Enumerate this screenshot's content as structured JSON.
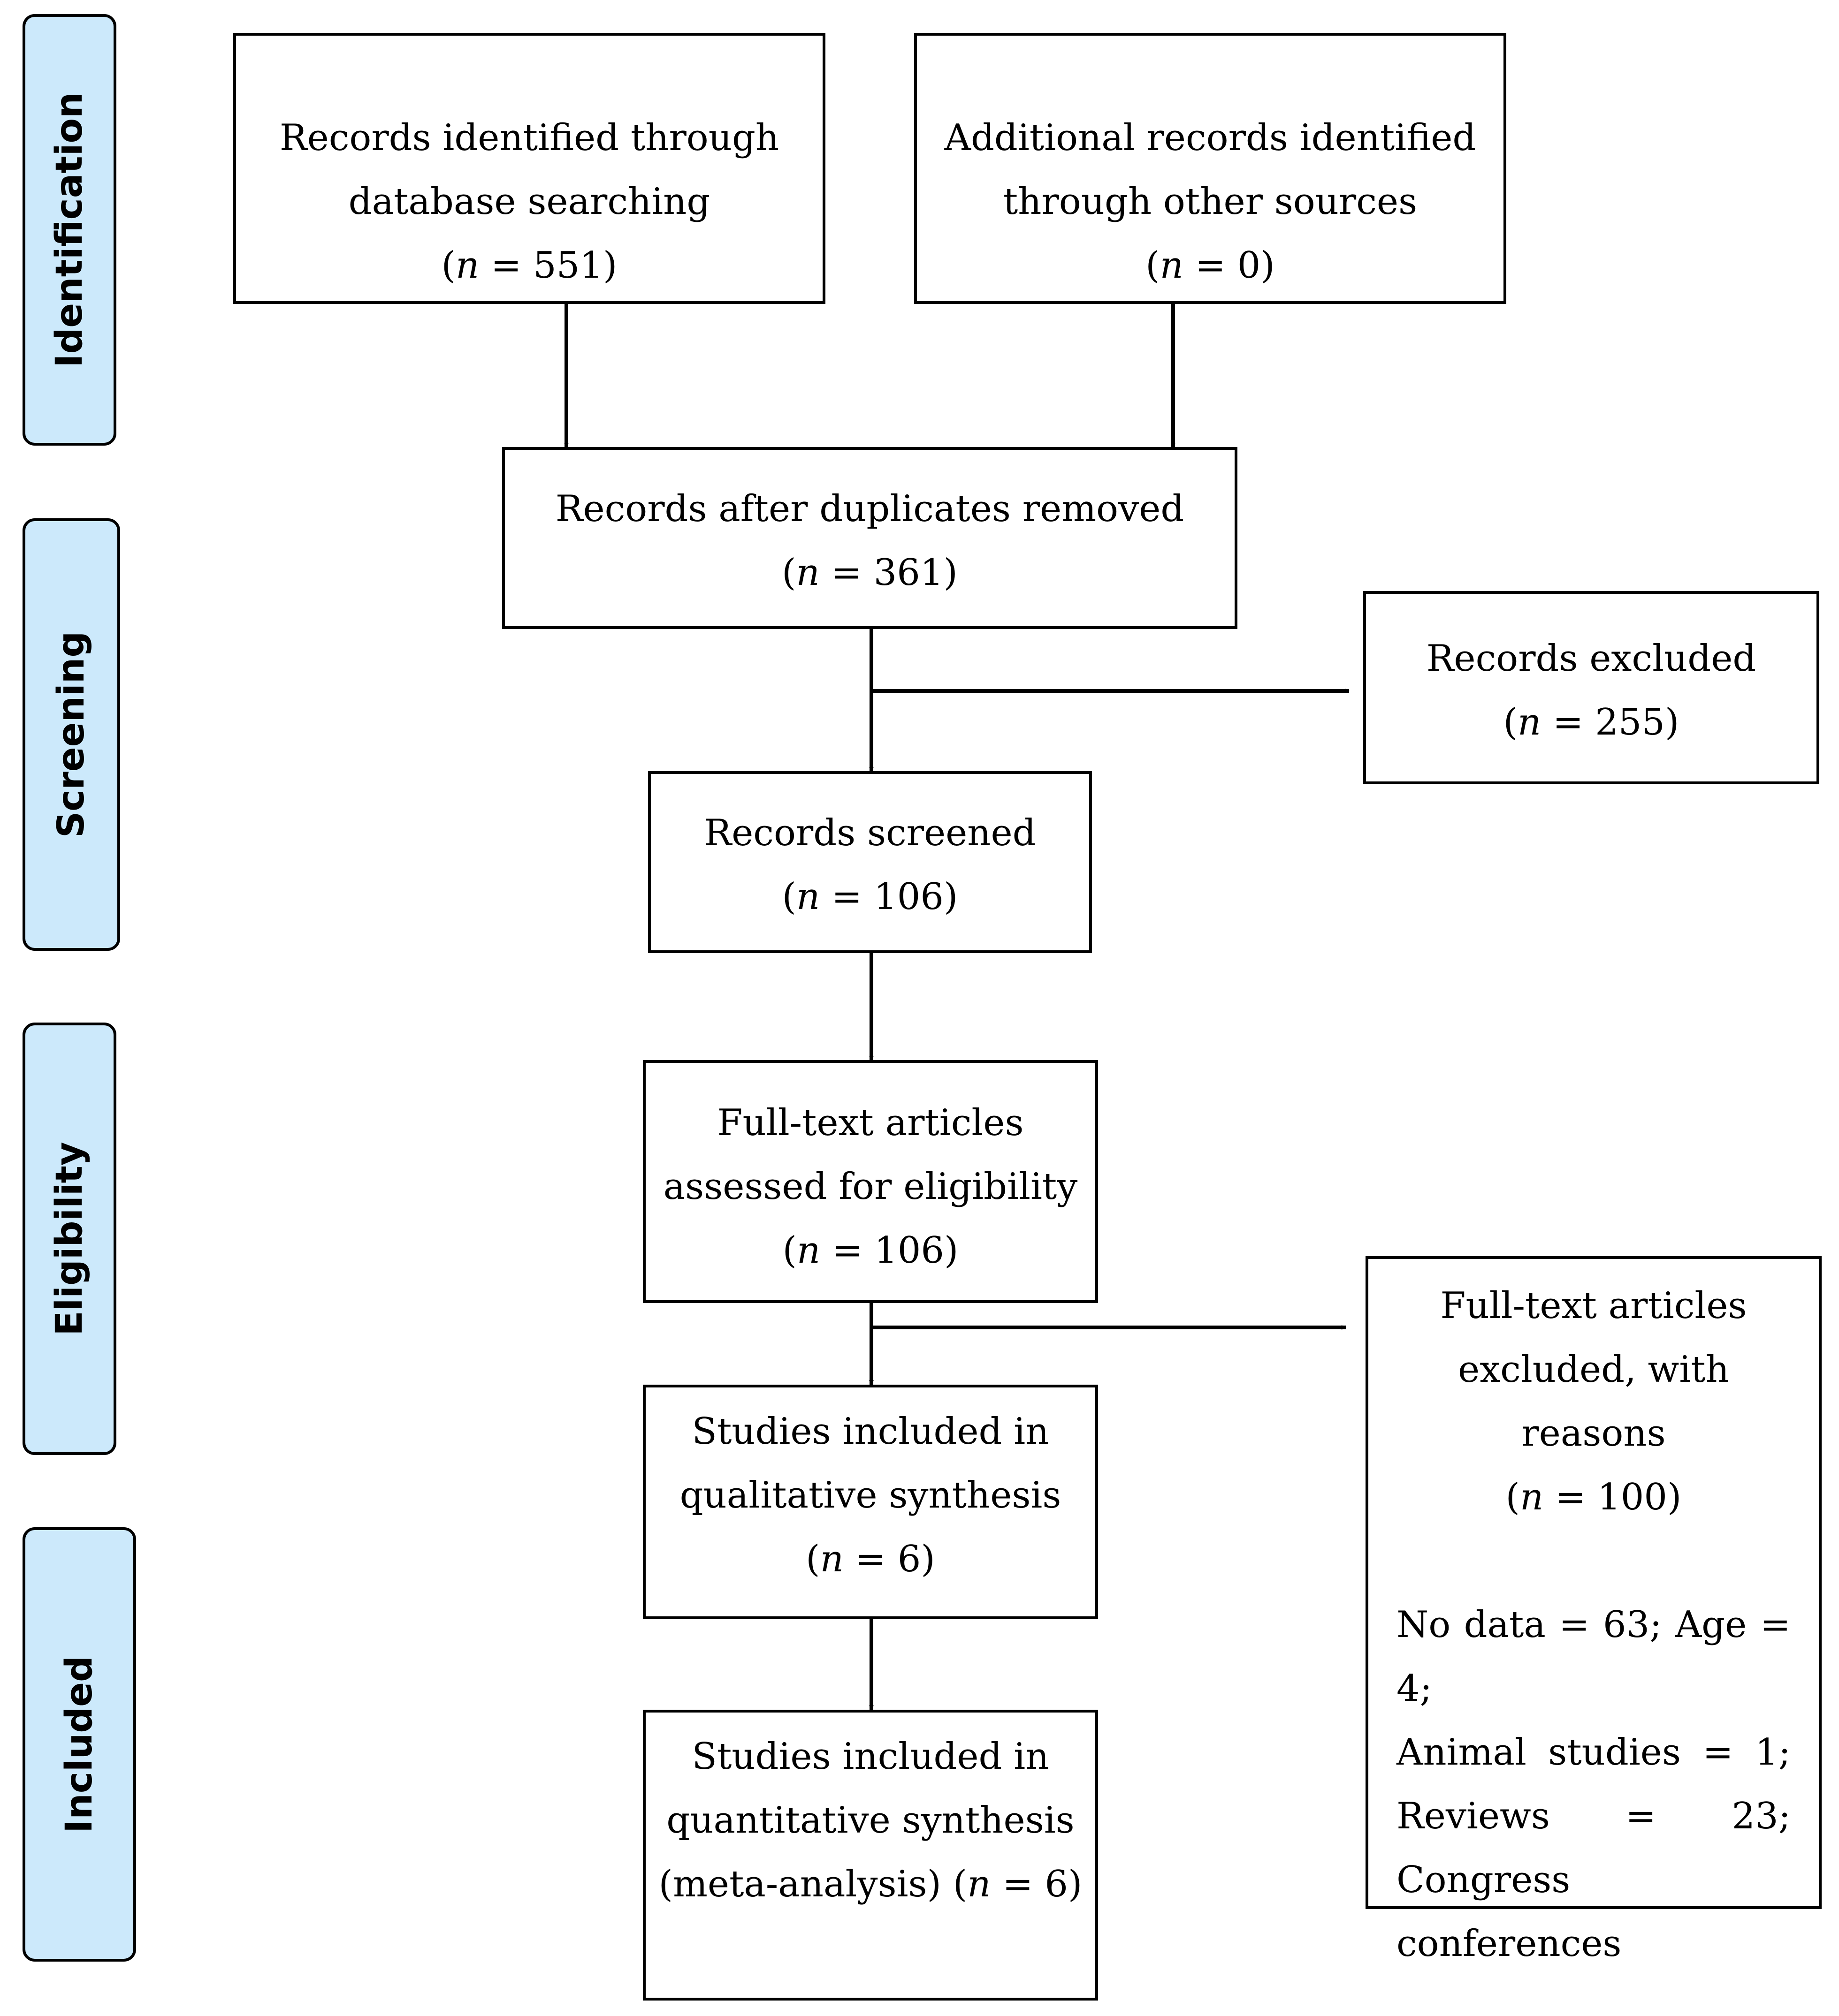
{
  "stages": {
    "identification": "Identification",
    "screening": "Screening",
    "eligibility": "Eligibility",
    "included": "Included"
  },
  "boxes": {
    "database": {
      "line1": "Records identified through",
      "line2": "database searching",
      "n_open": "(",
      "n": "n",
      "n_rest": " = 551)"
    },
    "other_sources": {
      "line1": "Additional records identified",
      "line2": "through other sources",
      "n_open": "(",
      "n": "n",
      "n_rest": " = 0)"
    },
    "after_duplicates": {
      "line1": "Records after duplicates removed",
      "n_open": "(",
      "n": "n",
      "n_rest": " = 361)"
    },
    "excluded_records": {
      "line1": "Records excluded",
      "n_open": "(",
      "n": "n",
      "n_rest": " = 255)"
    },
    "screened": {
      "line1": "Records screened",
      "n_open": "(",
      "n": "n",
      "n_rest": " = 106)"
    },
    "fulltext_assessed": {
      "line1": "Full-text articles",
      "line2": "assessed for eligibility",
      "n_open": "(",
      "n": "n",
      "n_rest": " = 106)"
    },
    "fulltext_excluded": {
      "line1": "Full-text articles",
      "line2": "excluded, with",
      "line3": "reasons",
      "n_open": "(",
      "n": "n",
      "n_rest": " = 100)",
      "reason1": "No data = 63; Age = 4;",
      "reason2": "Animal studies = 1;",
      "reason3": "Reviews = 23;",
      "reason4": "Congress conferences"
    },
    "qualitative": {
      "line1": "Studies included in",
      "line2": "qualitative synthesis",
      "n_open": "(",
      "n": "n",
      "n_rest": " = 6)"
    },
    "quantitative": {
      "line1": "Studies included in",
      "line2": "quantitative synthesis",
      "line3_pre": "(meta-analysis) (",
      "n": "n",
      "n_rest": " = 6)"
    }
  }
}
